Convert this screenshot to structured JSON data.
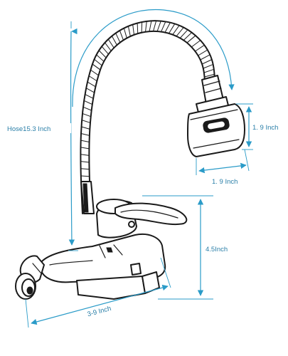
{
  "dimensions": {
    "hose_length": "Hose15.3 Inch",
    "head_height": "1. 9 Inch",
    "head_width": "1. 9 Inch",
    "body_height": "4.5Inch",
    "base_length": "3-9 Inch"
  },
  "colors": {
    "dimension": "#2a9bc8",
    "dimension_text": "#2a7fa8",
    "outline": "#1a1a1a"
  }
}
